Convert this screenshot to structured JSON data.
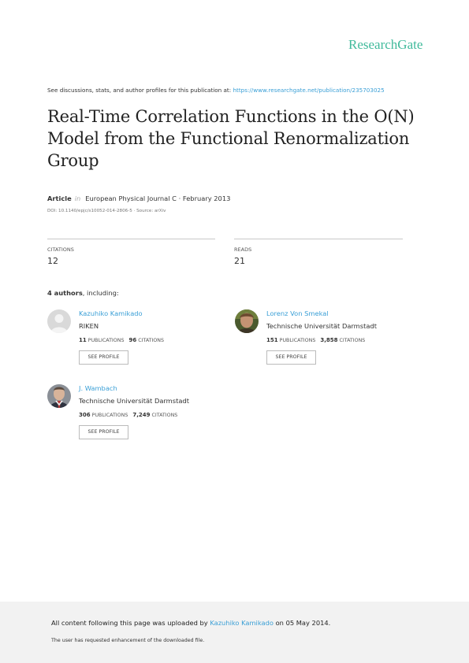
{
  "header": {
    "brand": "ResearchGate"
  },
  "discuss": {
    "prefix": "See discussions, stats, and author profiles for this publication at:",
    "link": "https://www.researchgate.net/publication/235703025"
  },
  "publication": {
    "title": "Real-Time Correlation Functions in the O(N) Model from the Functional Renormalization Group",
    "type": "Article",
    "in": "in",
    "journal": "European Physical Journal C · February 2013",
    "doi": "DOI: 10.1140/epjc/s10052-014-2806-5 · Source: arXiv"
  },
  "stats": {
    "citations_label": "CITATIONS",
    "citations_value": "12",
    "reads_label": "READS",
    "reads_value": "21"
  },
  "authors_heading": {
    "count": "4 authors",
    "suffix": ", including:"
  },
  "authors": [
    {
      "name": "Kazuhiko Kamikado",
      "institution": "RIKEN",
      "publications": "11",
      "publications_label": "PUBLICATIONS",
      "citations": "96",
      "citations_label": "CITATIONS",
      "button": "SEE PROFILE"
    },
    {
      "name": "Lorenz Von Smekal",
      "institution": "Technische Universität Darmstadt",
      "publications": "151",
      "publications_label": "PUBLICATIONS",
      "citations": "3,858",
      "citations_label": "CITATIONS",
      "button": "SEE PROFILE"
    },
    {
      "name": "J. Wambach",
      "institution": "Technische Universität Darmstadt",
      "publications": "306",
      "publications_label": "PUBLICATIONS",
      "citations": "7,249",
      "citations_label": "CITATIONS",
      "button": "SEE PROFILE"
    }
  ],
  "footer": {
    "uploaded_prefix": "All content following this page was uploaded by",
    "uploader": "Kazuhiko Kamikado",
    "uploaded_suffix": "on 05 May 2014.",
    "enhancement_note": "The user has requested enhancement of the downloaded file."
  },
  "colors": {
    "brand": "#40ba9b",
    "link": "#3a9fd6",
    "footer_bg": "#f2f2f2"
  }
}
